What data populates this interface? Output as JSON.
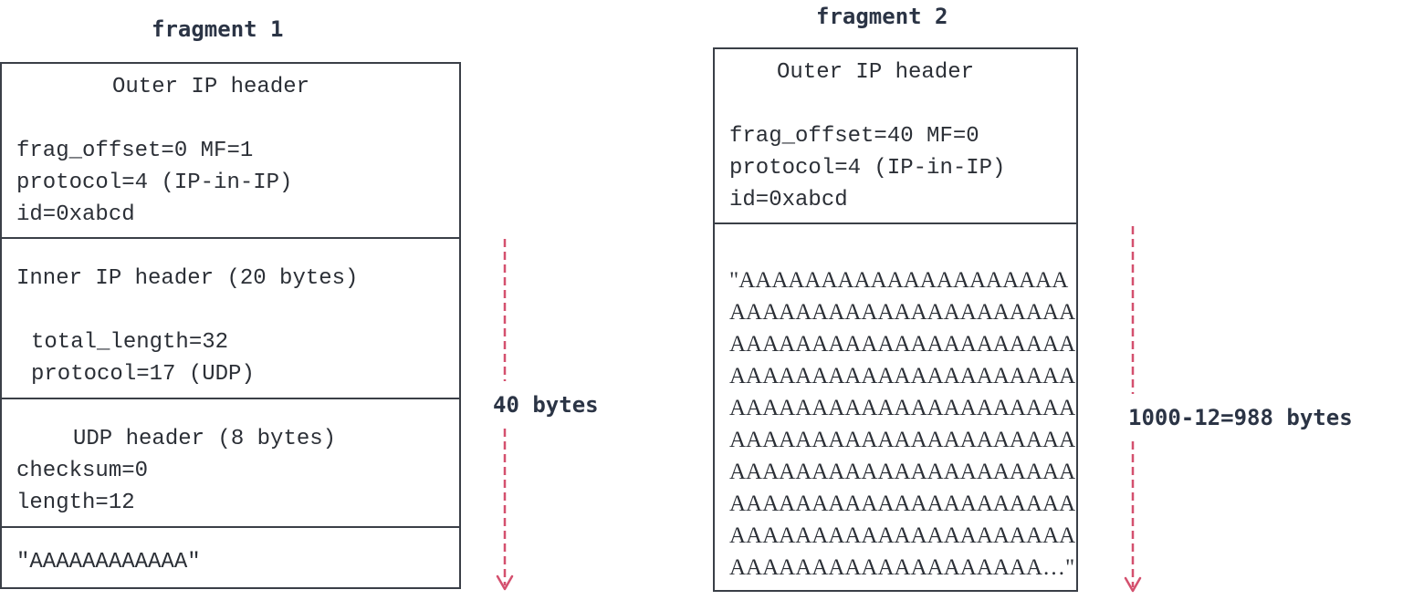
{
  "fragment1": {
    "title": "fragment 1",
    "outer": {
      "heading": "Outer IP header",
      "line1": "frag_offset=0 MF=1",
      "line2": "protocol=4 (IP-in-IP)",
      "line3": "id=0xabcd"
    },
    "inner": {
      "heading": "Inner IP header (20 bytes)",
      "line1": "total_length=32",
      "line2": "protocol=17 (UDP)"
    },
    "udp": {
      "heading": "UDP header (8 bytes)",
      "line1": "checksum=0",
      "line2": "length=12"
    },
    "payload": "\"AAAAAAAAAAAA\"",
    "size_label": "40 bytes"
  },
  "fragment2": {
    "title": "fragment 2",
    "outer": {
      "heading": "Outer IP header",
      "line1": "frag_offset=40 MF=0",
      "line2": "protocol=4 (IP-in-IP)",
      "line3": "id=0xabcd"
    },
    "payload_lines": [
      "\"AAAAAAAAAAAAAAAAAAAA",
      "AAAAAAAAAAAAAAAAAAAAA",
      "AAAAAAAAAAAAAAAAAAAAA",
      "AAAAAAAAAAAAAAAAAAAAA",
      "AAAAAAAAAAAAAAAAAAAAA",
      "AAAAAAAAAAAAAAAAAAAAA",
      "AAAAAAAAAAAAAAAAAAAAA",
      "AAAAAAAAAAAAAAAAAAAAA",
      "AAAAAAAAAAAAAAAAAAAAA",
      "AAAAAAAAAAAAAAAAAAA…\""
    ],
    "size_label": "1000-12=988 bytes"
  },
  "colors": {
    "arrow": "#d4506e",
    "border": "#3a3f47",
    "text": "#2b2f36"
  }
}
